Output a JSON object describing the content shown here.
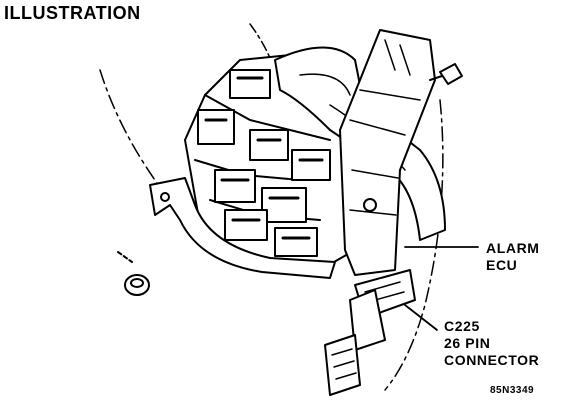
{
  "header": {
    "title": "ILLUSTRATION"
  },
  "callouts": {
    "alarm_ecu": [
      "ALARM",
      "ECU"
    ],
    "connector": [
      "C225",
      "26 PIN",
      "CONNECTOR"
    ]
  },
  "figure_code": "85N3349",
  "colors": {
    "ink": "#000000",
    "paper": "#ffffff"
  }
}
